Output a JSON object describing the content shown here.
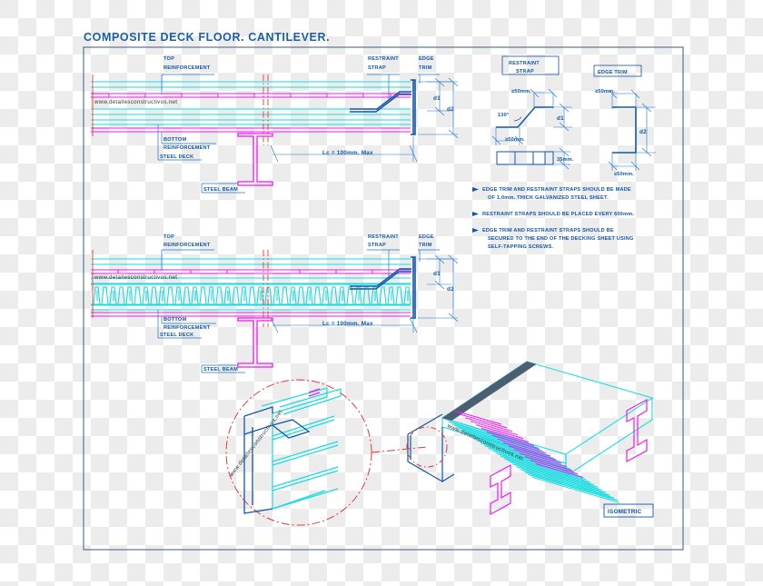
{
  "drawing": {
    "title": "COMPOSITE DECK FLOOR. CANTILEVER.",
    "watermark": "www.detallesconstructivos.net",
    "isometric_label": "ISOMETRIC",
    "isometric_diagonal_text": "www.detallesconstructivos.net",
    "detail_diagonal_text": "www.detallesconstructivos.net"
  },
  "section_top": {
    "labels": {
      "top_reinforcement_l1": "TOP",
      "top_reinforcement_l2": "REINFORCEMENT",
      "restraint_strap_l1": "RESTRAINT",
      "restraint_strap_l2": "STRAP",
      "edge_trim_l1": "EDGE",
      "edge_trim_l2": "TRIM",
      "bottom_reinforcement_l1": "BOTTOM",
      "bottom_reinforcement_l2": "REINFORCEMENT",
      "steel_deck": "STEEL DECK",
      "steel_beam": "STEEL BEAM"
    },
    "dimensions": {
      "d1": "d1",
      "d2": "d2",
      "span": "Lc = 100mm. Max"
    }
  },
  "section_bottom": {
    "labels": {
      "top_reinforcement_l1": "TOP",
      "top_reinforcement_l2": "REINFORCEMENT",
      "restraint_strap_l1": "RESTRAINT",
      "restraint_strap_l2": "STRAP",
      "edge_trim_l1": "EDGE",
      "edge_trim_l2": "TRIM",
      "bottom_reinforcement_l1": "BOTTOM",
      "bottom_reinforcement_l2": "REINFORCEMENT",
      "steel_deck": "STEEL DECK",
      "steel_beam": "STEEL BEAM"
    },
    "dimensions": {
      "d1": "d1",
      "d2": "d2",
      "span": "Lc = 100mm. Max"
    }
  },
  "detail_restraint_strap": {
    "title_l1": "RESTRAINT",
    "title_l2": "STRAP",
    "dim_top": "≥50mm.",
    "dim_angle": "130°",
    "dim_bottom": "≥50mm.",
    "dim_height": "d1",
    "dim_width": "35mm."
  },
  "detail_edge_trim": {
    "title": "EDGE TRIM",
    "dim_top": "≥50mm.",
    "dim_height": "d2",
    "dim_bottom": "≥50mm."
  },
  "notes": [
    {
      "bullet": "triangle-bullet-icon",
      "lines": [
        "EDGE TRIM AND RESTRAINT STRAPS SHOULD BE MADE",
        "OF 1,0mm. THICK GALVANIZED STEEL SHEET."
      ]
    },
    {
      "bullet": "triangle-bullet-icon",
      "lines": [
        "RESTRAINT STRAPS SHOULD BE PLACED EVERY 600mm."
      ]
    },
    {
      "bullet": "triangle-bullet-icon",
      "lines": [
        "EDGE TRIM AND RESTRAINT STRAPS SHOULD BE",
        "SECURED TO THE END OF THE DECKING SHEET USING",
        "SELF-TAPPING SCREWS."
      ]
    }
  ],
  "colors": {
    "cad_blue": "#1257a8",
    "cad_cyan": "#19dbe0",
    "cad_magenta": "#f01af0",
    "cad_red": "#e23b3b",
    "frame": "#4a6a8a",
    "dim_blue": "#1b77d0"
  }
}
